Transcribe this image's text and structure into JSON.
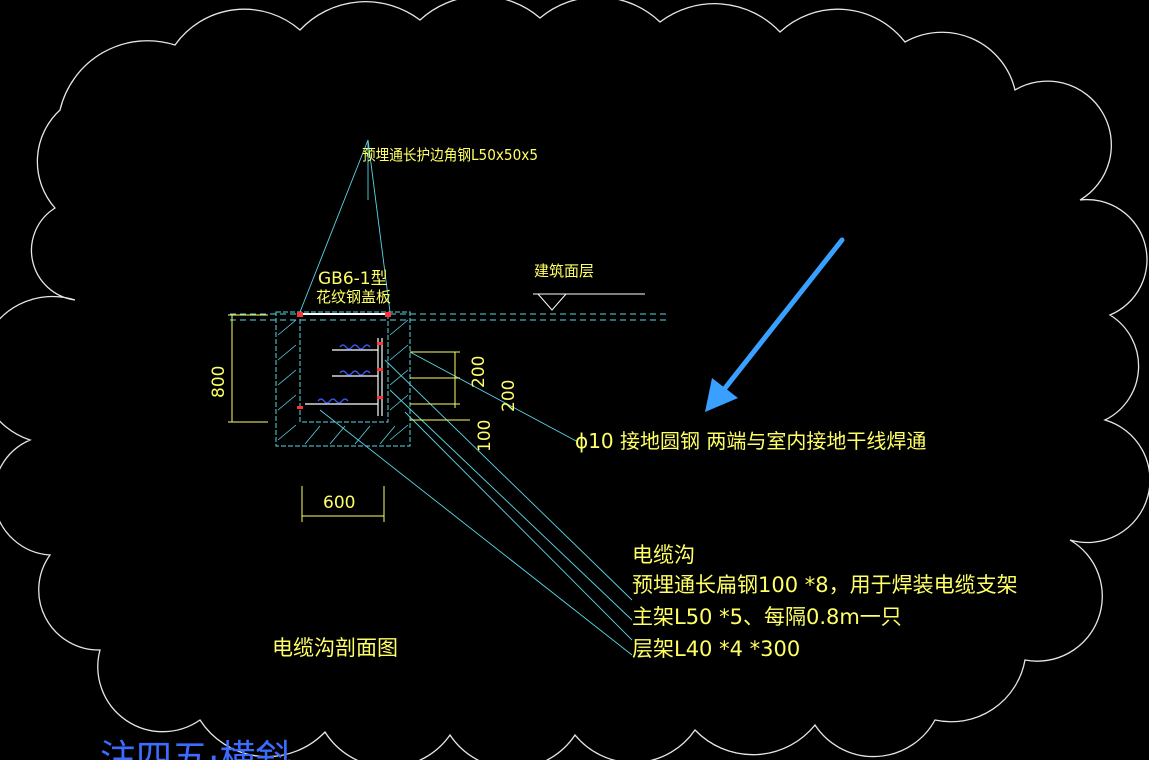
{
  "drawing": {
    "colors": {
      "background": "#000000",
      "cloud": "#e6e6e6",
      "text": "#ffff66",
      "dim": "#ffff66",
      "leader": "#5ad6e6",
      "structure": "#5ad6e6",
      "dash": "#5ad6e6",
      "hatch": "#5ad6e6",
      "arrow": "#3aa0ff",
      "bracket": "#ffffff",
      "bolt": "#3b5bff",
      "rebar": "#ff3333"
    },
    "labels": {
      "angle_steel": "预埋通长护边角钢L50x50x5",
      "cover_type": "GB6-1型",
      "cover_name": "花纹钢盖板",
      "building_surface": "建筑面层",
      "depth": "800",
      "width": "600",
      "tier_spacing_1": "200",
      "tier_spacing_2": "200",
      "bottom_gap": "100",
      "grounding": "ϕ10 接地圆钢  两端与室内接地干线焊通",
      "section_title": "电缆沟剖面图"
    },
    "notes": [
      "电缆沟",
      "预埋通长扁钢100 *8，用于焊装电缆支架",
      "主架L50 *5、每隔0.8m一只",
      "层架L40 *4 *300"
    ],
    "cut_text": "注四五·横斜"
  }
}
